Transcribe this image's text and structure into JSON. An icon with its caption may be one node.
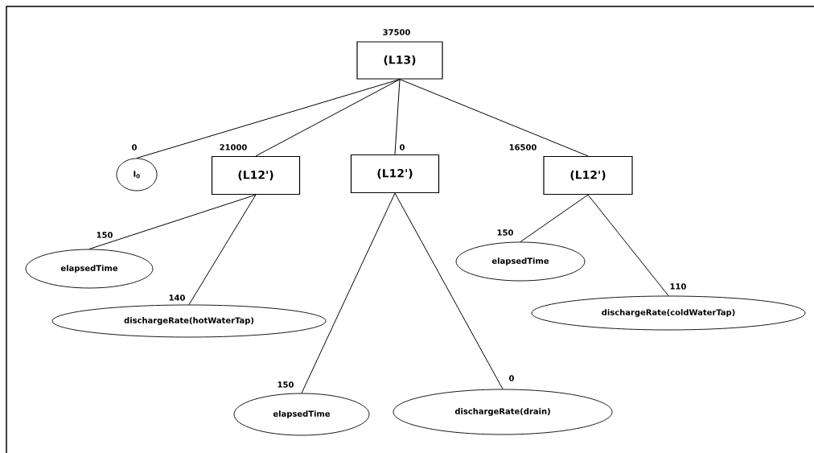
{
  "diagram": {
    "nodes": [
      {
        "text": [
          "(L13)"
        ],
        "beside": [
          "37500"
        ]
      },
      {
        "text": [
          "I$_{0}$"
        ],
        "beside": [
          "0"
        ]
      },
      {
        "text": [
          "(L12')"
        ],
        "beside": [
          "21000"
        ]
      },
      {
        "text": [
          "(L12')"
        ],
        "beside": [
          "0"
        ]
      },
      {
        "text": [
          "(L12')"
        ],
        "beside": [
          "16500"
        ]
      },
      {
        "text": [
          "elapsedTime"
        ],
        "beside": [
          "150"
        ]
      },
      {
        "text": [
          "dischargeRate(hotWaterTap)"
        ],
        "beside": [
          "140"
        ]
      },
      {
        "text": [
          "elapsedTime"
        ],
        "beside": [
          "150"
        ]
      },
      {
        "text": [
          "dischargeRate(drain)"
        ],
        "beside": [
          "0"
        ]
      },
      {
        "text": [
          "elapsedTime"
        ],
        "beside": [
          "150"
        ]
      },
      {
        "text": [
          "dischargeRate(coldWaterTap)"
        ],
        "beside": [
          "110"
        ]
      }
    ],
    "edges": [
      {
        "from": 0,
        "to": 1,
        "arrow": "none"
      },
      {
        "from": 0,
        "to": 2,
        "arrow": "none"
      },
      {
        "from": 0,
        "to": 3,
        "arrow": "none"
      },
      {
        "from": 0,
        "to": 4,
        "arrow": "none"
      },
      {
        "from": 2,
        "to": 5,
        "arrow": "none"
      },
      {
        "from": 2,
        "to": 6,
        "arrow": "none"
      },
      {
        "from": 3,
        "to": 7,
        "arrow": "none"
      },
      {
        "from": 3,
        "to": 8,
        "arrow": "none"
      },
      {
        "from": 4,
        "to": 9,
        "arrow": "none"
      },
      {
        "from": 4,
        "to": 10,
        "arrow": "none"
      }
    ]
  }
}
